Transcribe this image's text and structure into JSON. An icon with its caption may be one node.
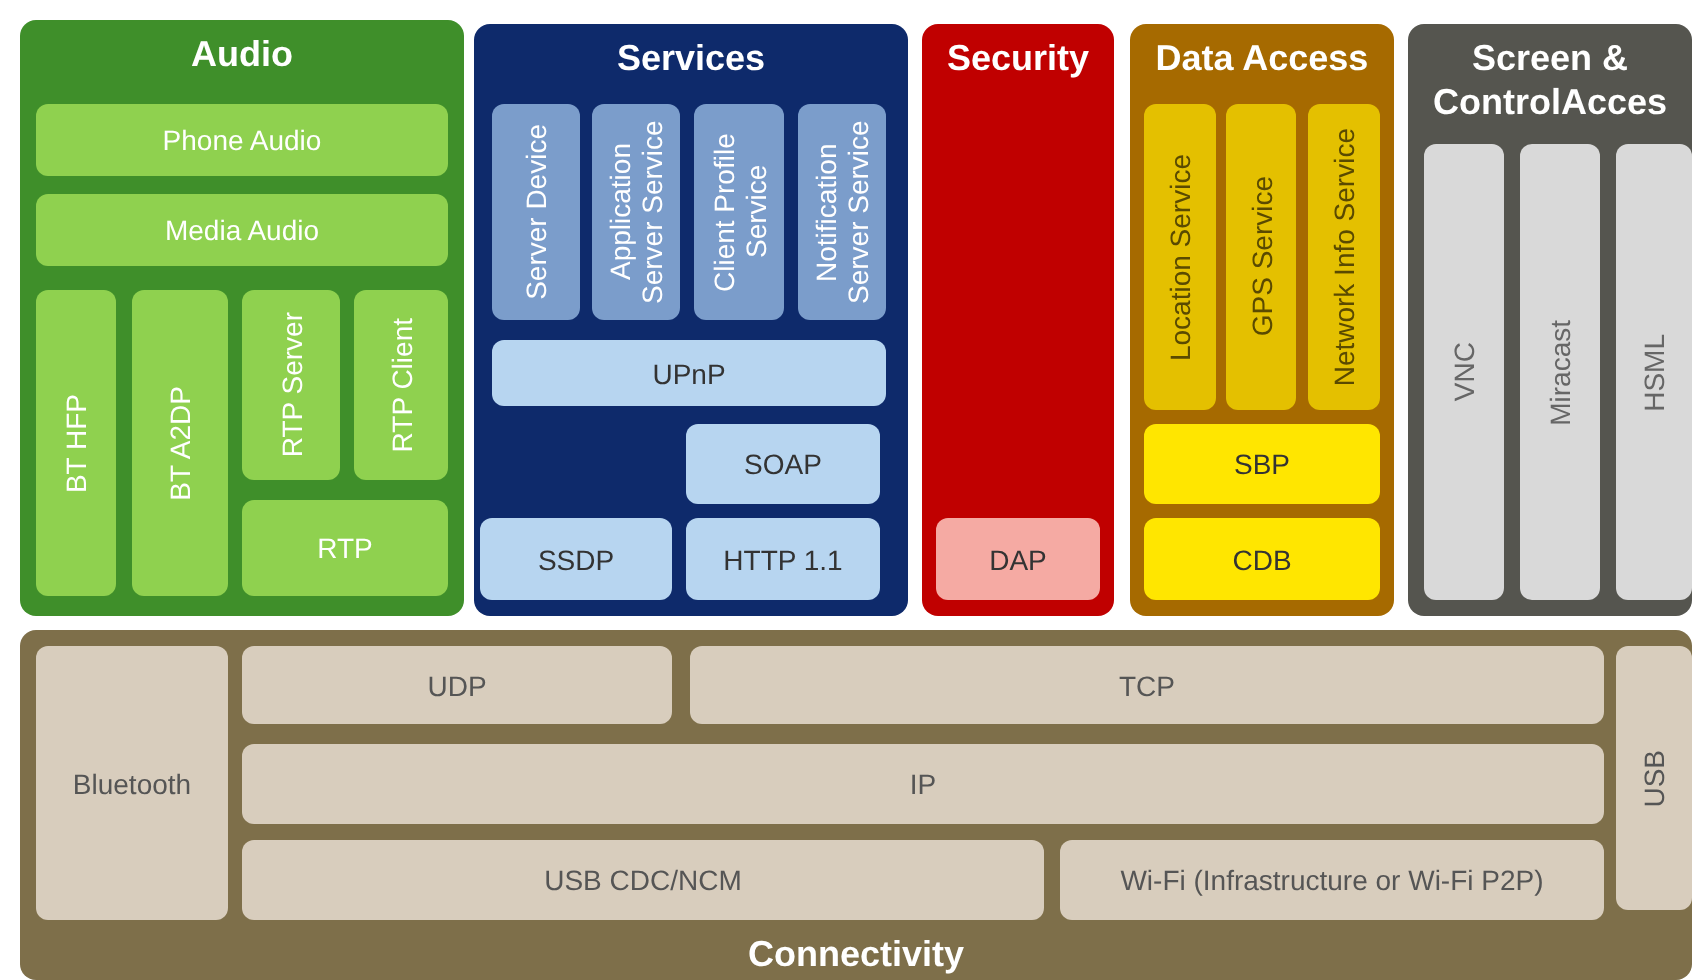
{
  "diagram": {
    "nodes": [
      {
        "text": [
          "Audio"
        ]
      },
      {
        "text": [
          "Phone Audio"
        ],
        "in": 0
      },
      {
        "text": [
          "Media Audio"
        ],
        "in": 0
      },
      {
        "text": [
          "BT HFP"
        ],
        "in": 0
      },
      {
        "text": [
          "BT A2DP"
        ],
        "in": 0
      },
      {
        "text": [
          "RTP Server"
        ],
        "in": 0
      },
      {
        "text": [
          "RTP Client"
        ],
        "in": 0
      },
      {
        "text": [
          "RTP"
        ],
        "in": 0
      },
      {
        "text": [
          "Services"
        ]
      },
      {
        "text": [
          "Server Device"
        ],
        "in": 8
      },
      {
        "text": [
          "Application Server Service"
        ],
        "in": 8
      },
      {
        "text": [
          "Client Profile Service"
        ],
        "in": 8
      },
      {
        "text": [
          "Notification Server Service"
        ],
        "in": 8
      },
      {
        "text": [
          "UPnP"
        ],
        "in": 8
      },
      {
        "text": [
          "SOAP"
        ],
        "in": 8
      },
      {
        "text": [
          "SSDP"
        ],
        "in": 8
      },
      {
        "text": [
          "HTTP 1.1"
        ],
        "in": 8
      },
      {
        "text": [
          "Security"
        ]
      },
      {
        "text": [
          "DAP"
        ],
        "in": 17
      },
      {
        "text": [
          "Data Access"
        ]
      },
      {
        "text": [
          "Location Service"
        ],
        "in": 19
      },
      {
        "text": [
          "GPS Service"
        ],
        "in": 19
      },
      {
        "text": [
          "Network Info Service"
        ],
        "in": 19
      },
      {
        "text": [
          "SBP"
        ],
        "in": 19
      },
      {
        "text": [
          "CDB"
        ],
        "in": 19
      },
      {
        "text": [
          "Screen & ControlAcces"
        ]
      },
      {
        "text": [
          "VNC"
        ],
        "in": 25
      },
      {
        "text": [
          "Miracast"
        ],
        "in": 25
      },
      {
        "text": [
          "HSML"
        ],
        "in": 25
      },
      {
        "text": [
          "Connectivity"
        ]
      },
      {
        "text": [
          "Bluetooth"
        ],
        "in": 29
      },
      {
        "text": [
          "UDP"
        ],
        "in": 29
      },
      {
        "text": [
          "TCP"
        ],
        "in": 29
      },
      {
        "text": [
          "IP"
        ],
        "in": 29
      },
      {
        "text": [
          "USB CDC/NCM"
        ],
        "in": 29
      },
      {
        "text": [
          "Wi-Fi (Infrastructure or Wi-Fi P2P)"
        ],
        "in": 29
      },
      {
        "text": [
          "USB"
        ],
        "in": 29
      }
    ]
  }
}
